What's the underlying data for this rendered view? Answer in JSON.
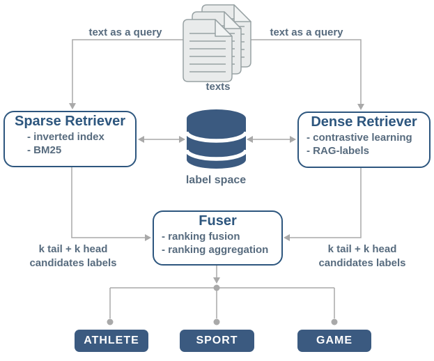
{
  "colors": {
    "accent_dark": "#2d567e",
    "muted_text": "#576b7e",
    "fill_blue": "#3b5a80",
    "connector_gray": "#a9a9a9",
    "page_fill": "#e9ebeb",
    "page_stroke": "#97a1a3"
  },
  "top": {
    "query_label_left": "text as a query",
    "query_label_right": "text as a query",
    "texts_label": "texts"
  },
  "nodes": {
    "sparse_retriever": {
      "title": "Sparse Retriever",
      "items": [
        "- inverted index",
        "- BM25"
      ]
    },
    "dense_retriever": {
      "title": "Dense Retriever",
      "items": [
        "- contrastive learning",
        "- RAG-labels"
      ]
    },
    "label_space": {
      "label": "label space"
    },
    "fuser": {
      "title": "Fuser",
      "items": [
        "- ranking fusion",
        "- ranking aggregation"
      ]
    }
  },
  "edge_labels": {
    "left_candidates_line1": "k tail + k head",
    "left_candidates_line2": "candidates labels",
    "right_candidates_line1": "k tail + k head",
    "right_candidates_line2": "candidates labels"
  },
  "outputs": [
    {
      "label": "ATHLETE"
    },
    {
      "label": "SPORT"
    },
    {
      "label": "GAME"
    }
  ]
}
